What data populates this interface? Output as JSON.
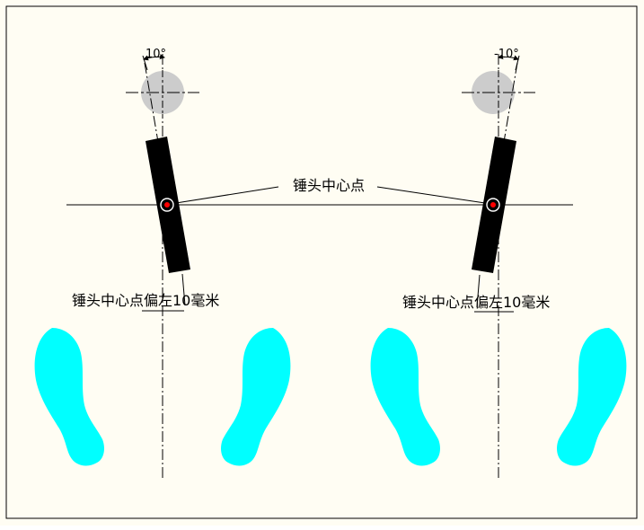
{
  "labels": {
    "hammer_center": "锤头中心点",
    "left_offset": "锤头中心点偏左10毫米",
    "right_offset": "锤头中心点偏左10毫米",
    "left_angle": "10°",
    "right_angle": "-10°"
  },
  "colors": {
    "background": "#fffdf3",
    "border": "#000000",
    "footprint": "#00ffff",
    "hammer_head": "#cccccc",
    "handle": "#000000",
    "center_dot": "#ff0000"
  }
}
